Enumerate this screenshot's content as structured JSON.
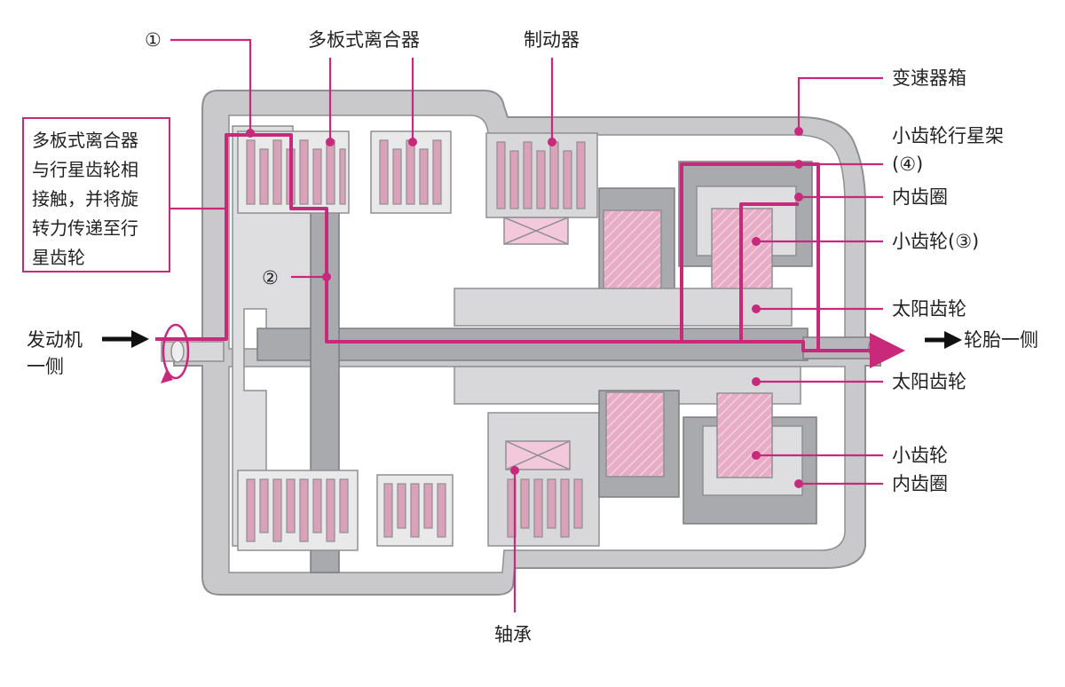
{
  "labels": {
    "marker1": "①",
    "multiplate_clutch": "多板式离合器",
    "brake": "制动器",
    "gearbox": "变速器箱",
    "carrier_line1": "小齿轮行星架",
    "carrier_line2": "(④)",
    "ring_gear_top": "内齿圈",
    "pinion_top": "小齿轮(③)",
    "sun_gear_top": "太阳齿轮",
    "marker2": "②",
    "engine_line1": "发动机",
    "engine_line2": "一侧",
    "tire_side": "轮胎一侧",
    "sun_gear_bottom": "太阳齿轮",
    "pinion_bottom": "小齿轮",
    "ring_gear_bottom": "内齿圈",
    "bearing": "轴承"
  },
  "note": {
    "lines": [
      "多板式离合器",
      "与行星齿轮相",
      "接触，并将旋",
      "转力传递至行",
      "星齿轮"
    ]
  },
  "colors": {
    "accent": "#c8297a",
    "housing": "#c8c8ca",
    "housing_edge": "#8e8e92",
    "part_dark": "#9fa0a4",
    "gear_pink": "#e5a8c2",
    "gear_pink_dark": "#b44a7e",
    "white": "#ffffff"
  }
}
